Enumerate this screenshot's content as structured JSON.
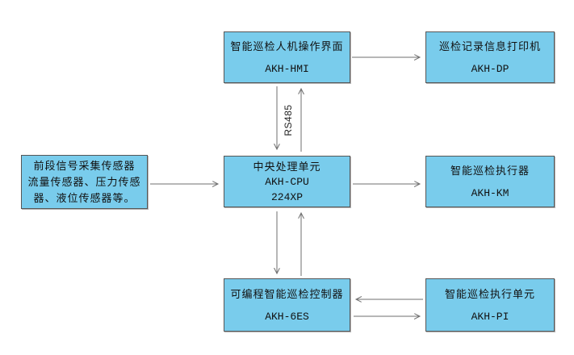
{
  "colors": {
    "bg": "#ffffff",
    "box_fill": "#79ccec",
    "box_border": "#565656",
    "arrow": "#6f6f6f",
    "text": "#111111"
  },
  "diagram": {
    "nodes": {
      "hmi": {
        "title": "智能巡检人机操作界面",
        "code": "AKH-HMI"
      },
      "dp": {
        "title": "巡检记录信息打印机",
        "code": "AKH-DP"
      },
      "sensor": {
        "line1": "前段信号采集传感器",
        "line2": "流量传感器、压力传感",
        "line3": "器、液位传感器等。"
      },
      "cpu": {
        "title": "中央处理单元",
        "code": "AKH-CPU",
        "model": "224XP"
      },
      "km": {
        "title": "智能巡检执行器",
        "code": "AKH-KM"
      },
      "plc": {
        "title": "可编程智能巡检控制器",
        "code": "AKH-6ES"
      },
      "pi": {
        "title": "智能巡检执行单元",
        "code": "AKH-PI"
      }
    },
    "labels": {
      "rs485": "RS485"
    }
  }
}
